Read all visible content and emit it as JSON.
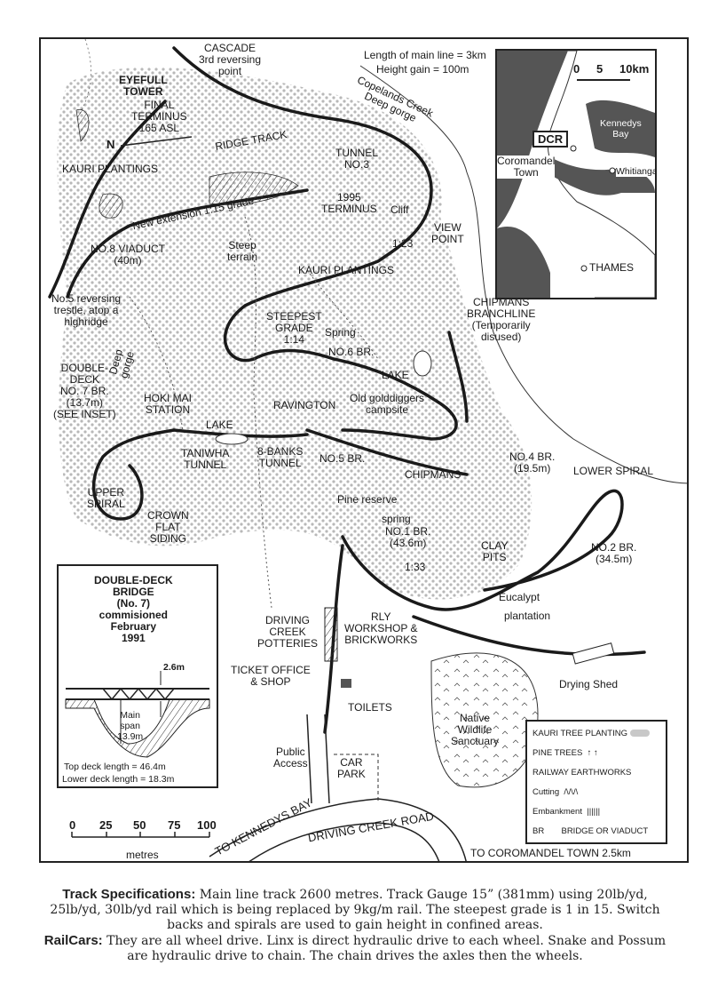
{
  "map": {
    "title_labels": {
      "cascade": [
        "CASCADE",
        "3rd reversing",
        "point"
      ],
      "eyefull_tower": [
        "EYEFULL",
        "TOWER"
      ],
      "final_terminus": [
        "FINAL",
        "TERMINUS",
        "165 ASL"
      ],
      "north": "N",
      "ridge_track": "RIDGE TRACK",
      "kauri_plantings_1": "KAURI  PLANTINGS",
      "kauri_plantings_2": "KAURI   PLANTINGS",
      "length_main": "Length of main line = 3km",
      "height_gain": "Height gain = 100m",
      "copelands": [
        "Copelands Creek",
        "Deep gorge"
      ],
      "tunnel3": [
        "TUNNEL",
        "NO.3"
      ],
      "terminus_1995": [
        "1995",
        "TERMINUS"
      ],
      "cliff": "Cliff",
      "new_extension": "New extension 1:15 grade",
      "grade_1_23": "1:23",
      "view_point": [
        "VIEW",
        "POINT"
      ],
      "no8_viaduct": [
        "NO.8 VIADUCT",
        "(40m)"
      ],
      "steep_terrain": [
        "Steep",
        "terrain"
      ],
      "no5_trestle": [
        "No.5 reversing",
        "trestle, atop a",
        "highridge"
      ],
      "chipmans_branch": [
        "CHIPMANS",
        "BRANCHLINE",
        "(Temporarily",
        "disused)"
      ],
      "steepest_grade": [
        "STEEPEST",
        "GRADE",
        "1:14"
      ],
      "spring_1": "Spring",
      "no6_br": "NO.6 BR.",
      "lake_1": "LAKE",
      "deep_gorge": [
        "Deep",
        "gorge"
      ],
      "double_deck": [
        "DOUBLE-",
        "DECK",
        "NO. 7 BR.",
        "(13.7m)",
        "(SEE INSET)"
      ],
      "hoki_mai": [
        "HOKI MAI",
        "STATION"
      ],
      "ravington": "RAVINGTON",
      "goldiggers": [
        "Old golddiggers",
        "campsite"
      ],
      "lake_2": "LAKE",
      "taniwha": [
        "TANIWHA",
        "TUNNEL"
      ],
      "eight_banks": [
        "8-BANKS",
        "TUNNEL"
      ],
      "no5_br": "NO.5 BR.",
      "chipmans": "CHIPMANS",
      "no4_br": [
        "NO.4 BR.",
        "(19.5m)"
      ],
      "lower_spiral": "LOWER SPIRAL",
      "upper_spiral": [
        "UPPER",
        "SPIRAL"
      ],
      "crown_flat": [
        "CROWN",
        "FLAT",
        "SIDING"
      ],
      "pine_reserve": "Pine reserve",
      "spring_2": "spring",
      "no1_br": [
        "NO.1 BR.",
        "(43.6m)"
      ],
      "grade_1_33": "1:33",
      "clay_pits": [
        "CLAY",
        "PITS"
      ],
      "no2_br": [
        "NO.2 BR.",
        "(34.5m)"
      ],
      "eucalypt": [
        "Eucalypt",
        "plantation"
      ],
      "driving_creek_potteries": [
        "DRIVING",
        "CREEK",
        "POTTERIES"
      ],
      "rly_workshop": [
        "RLY",
        "WORKSHOP &",
        "BRICKWORKS"
      ],
      "ticket_office": [
        "TICKET OFFICE",
        "& SHOP"
      ],
      "toilets": "TOILETS",
      "drying_shed": "Drying Shed",
      "native_wildlife": [
        "Native",
        "Wildlife",
        "Sanctuary"
      ],
      "public_access": [
        "Public",
        "Access"
      ],
      "car_park": [
        "CAR",
        "PARK"
      ],
      "to_kennedys_bay": "TO KENNEDYS BAY",
      "driving_creek_road": "DRIVING CREEK ROAD",
      "to_coromandel": "TO COROMANDEL TOWN 2.5km"
    },
    "scale_bar": {
      "ticks": [
        "0",
        "25",
        "50",
        "75",
        "100"
      ],
      "unit": "metres"
    }
  },
  "inset_map": {
    "scale_ticks": [
      "0",
      "5",
      "10km"
    ],
    "dcr": "DCR",
    "coromandel_town": [
      "Coromandel",
      "Town"
    ],
    "kennedys_bay": [
      "Kennedys",
      "Bay"
    ],
    "whitianga": "Whitianga",
    "thames": "THAMES"
  },
  "bridge_inset": {
    "title": [
      "DOUBLE-DECK",
      "BRIDGE",
      "(No. 7)",
      "commisioned",
      "February",
      "1991"
    ],
    "height": "2.6m",
    "main_span": [
      "Main",
      "span",
      "13.9m"
    ],
    "top_deck": "Top deck length = 46.4m",
    "lower_deck": "Lower deck length = 18.3m"
  },
  "legend": {
    "kauri": "KAURI TREE PLANTING",
    "pine": "PINE TREES",
    "earthworks": "RAILWAY EARTHWORKS",
    "cutting": "Cutting",
    "embankment": "Embankment",
    "br_abbr": "BR",
    "br_meaning": "BRIDGE OR VIADUCT"
  },
  "specs": {
    "track_heading": "Track Specifications:",
    "track_text": " Main line track 2600 metres. Track Gauge 15” (381mm) using 20lb/yd, 25lb/yd, 30lb/yd rail which is being replaced by 9kg/m rail. The steepest grade is 1 in 15. Switch backs and spirals are used to gain height in confined areas.",
    "railcars_heading": "RailCars:",
    "railcars_text": " They are all wheel drive. Linx is direct hydraulic drive to each wheel. Snake and Possum are hydraulic drive to chain. The chain drives the axles then the wheels."
  }
}
